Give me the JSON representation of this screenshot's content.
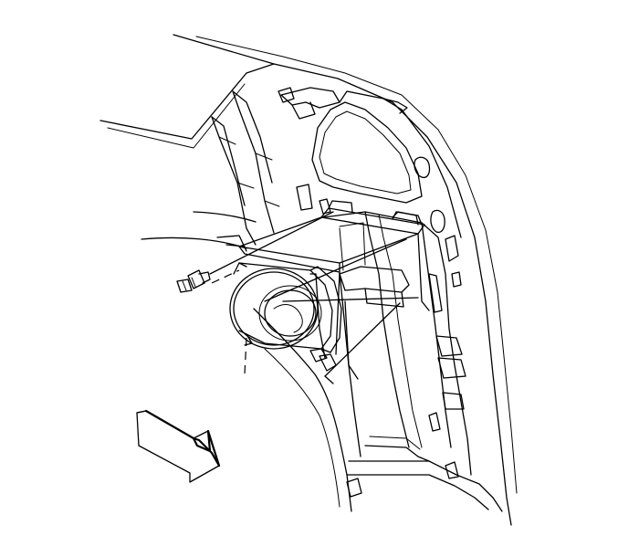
{
  "diagram": {
    "stroke_color": "#000000",
    "background_color": "#ffffff",
    "parts": [
      {
        "name": "quarter-panel-body"
      },
      {
        "name": "panel-inner-frame"
      },
      {
        "name": "mounting-bracket"
      },
      {
        "name": "lamp-housing"
      },
      {
        "name": "retaining-screw"
      },
      {
        "name": "direction-arrow-icon"
      }
    ]
  }
}
